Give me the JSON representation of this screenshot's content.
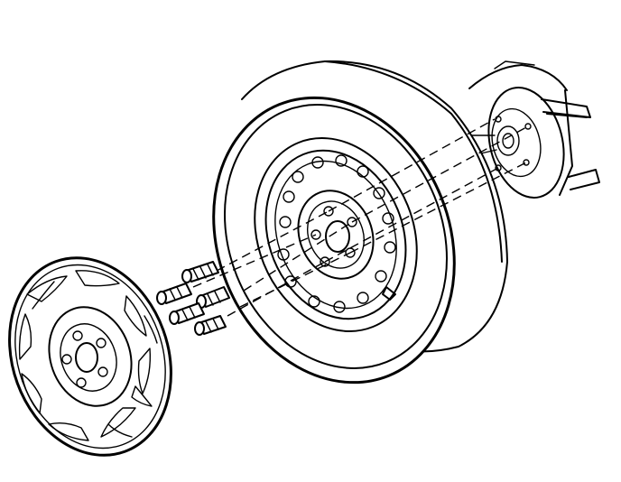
{
  "diagram": {
    "type": "exploded-view line drawing",
    "parts": [
      "wheel-cover",
      "lug-nuts",
      "tire-and-wheel",
      "hub-and-rotor"
    ],
    "lug_nut_count": 5,
    "stud_count": 5,
    "line_color": "#000000",
    "background_color": "#ffffff"
  }
}
